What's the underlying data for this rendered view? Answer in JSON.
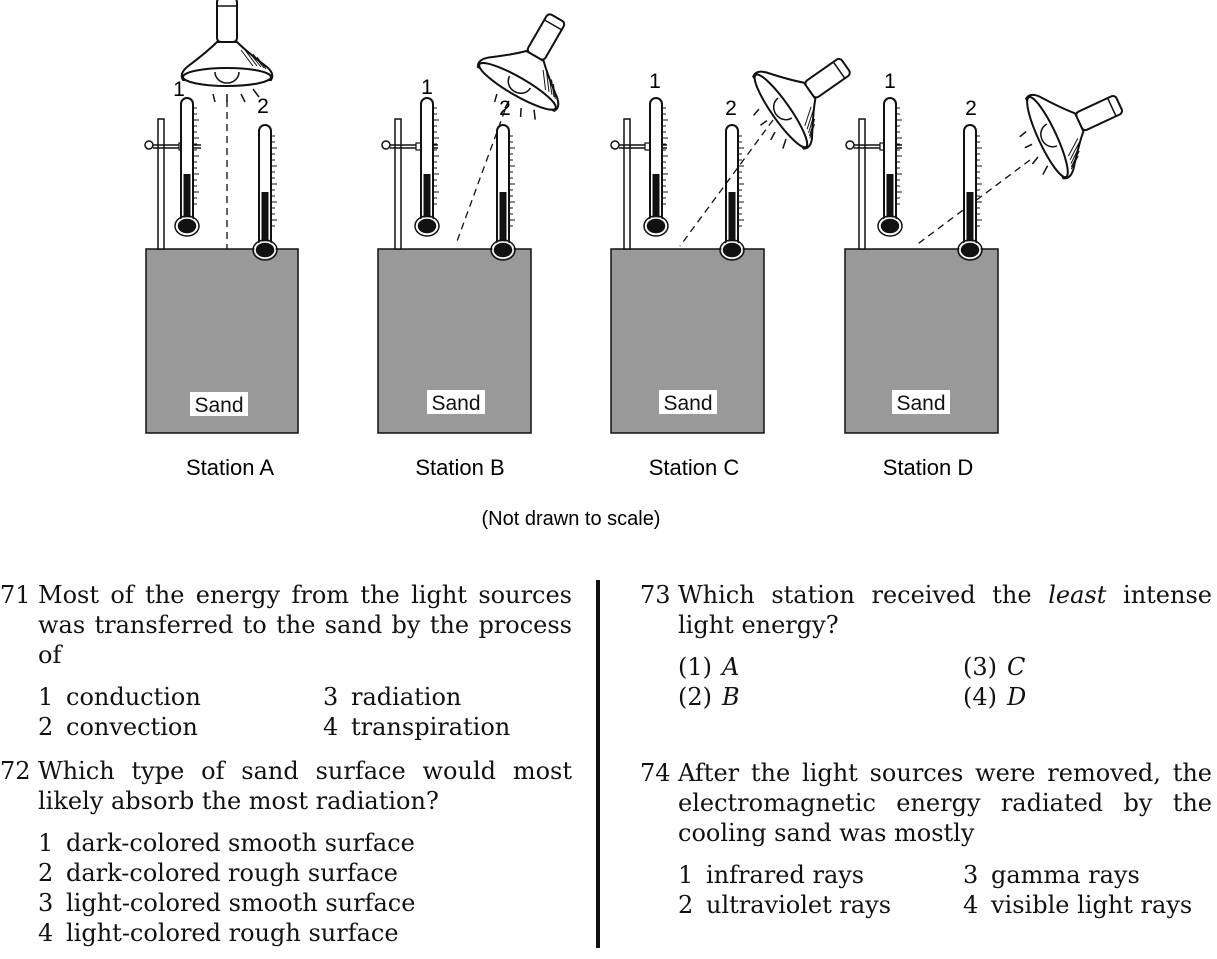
{
  "diagram": {
    "stations": [
      {
        "label": "Station A",
        "sand": "Sand"
      },
      {
        "label": "Station B",
        "sand": "Sand"
      },
      {
        "label": "Station C",
        "sand": "Sand"
      },
      {
        "label": "Station D",
        "sand": "Sand"
      }
    ],
    "thermometer_1": "1",
    "thermometer_2": "2",
    "caption": "(Not drawn to scale)"
  },
  "questions": {
    "q71": {
      "number": "71",
      "stem": "Most of the energy from the light sources was transferred to the sand by the process of",
      "options": [
        {
          "n": "1",
          "text": "conduction"
        },
        {
          "n": "3",
          "text": "radiation"
        },
        {
          "n": "2",
          "text": "convection"
        },
        {
          "n": "4",
          "text": "transpiration"
        }
      ]
    },
    "q72": {
      "number": "72",
      "stem": "Which type of sand surface would most likely absorb the most radiation?",
      "options": [
        {
          "n": "1",
          "text": "dark-colored smooth surface"
        },
        {
          "n": "2",
          "text": "dark-colored rough surface"
        },
        {
          "n": "3",
          "text": "light-colored smooth surface"
        },
        {
          "n": "4",
          "text": "light-colored rough surface"
        }
      ]
    },
    "q73": {
      "number": "73",
      "stem_before": "Which station received the",
      "stem_em": "least",
      "stem_after": "intense light energy?",
      "options": [
        {
          "n": "(1)",
          "text": "A"
        },
        {
          "n": "(3)",
          "text": "C"
        },
        {
          "n": "(2)",
          "text": "B"
        },
        {
          "n": "(4)",
          "text": "D"
        }
      ]
    },
    "q74": {
      "number": "74",
      "stem": "After the light sources were removed, the electromagnetic energy radiated by the cooling sand was mostly",
      "options": [
        {
          "n": "1",
          "text": "infrared rays"
        },
        {
          "n": "3",
          "text": "gamma rays"
        },
        {
          "n": "2",
          "text": "ultraviolet rays"
        },
        {
          "n": "4",
          "text": "visible light rays"
        }
      ]
    }
  }
}
